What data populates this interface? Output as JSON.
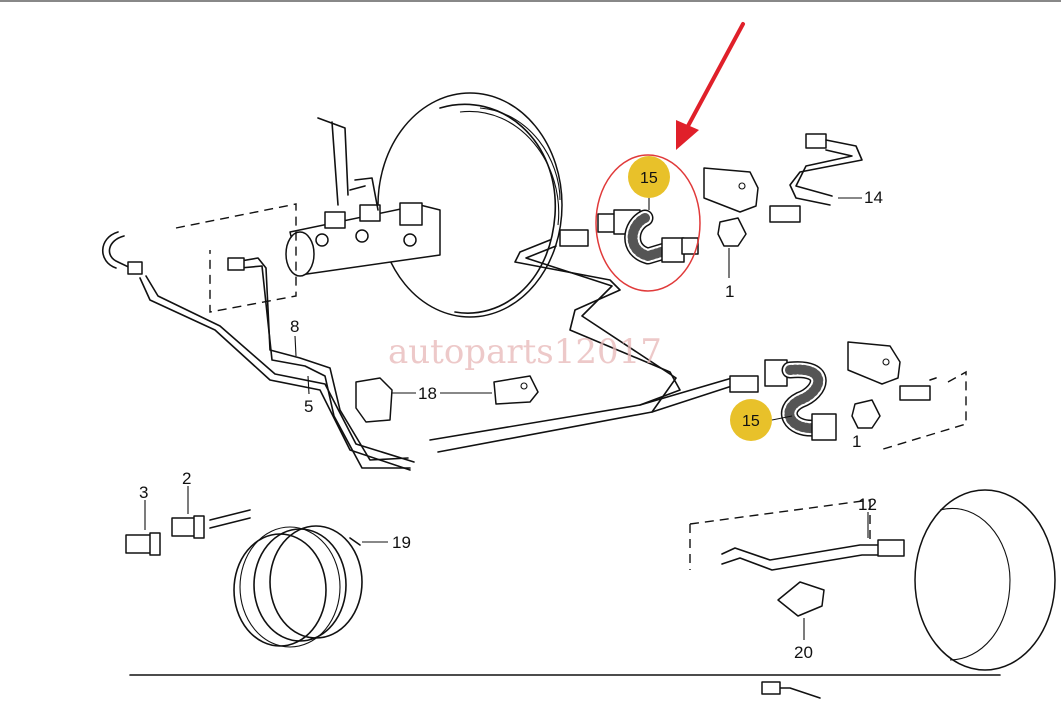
{
  "watermark": "autoparts12017",
  "highlight_color": "#e8c12a",
  "arrow_color": "#e0202a",
  "circle_color": "#e03a3a",
  "callouts": {
    "hose_upper": "15",
    "hose_lower": "15",
    "clip_upper": "1",
    "clip_lower": "1",
    "line_top_right": "14",
    "label_8": "8",
    "label_5": "5",
    "label_18": "18",
    "label_3": "3",
    "label_2": "2",
    "label_19": "19",
    "label_12": "12",
    "label_20": "20"
  }
}
